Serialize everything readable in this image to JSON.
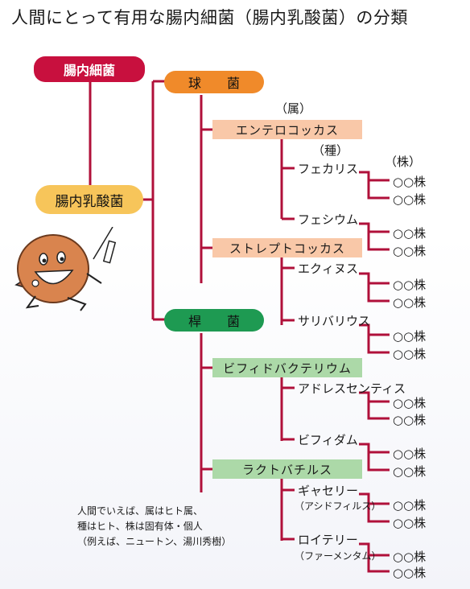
{
  "title": "人間にとって有用な腸内細菌（腸内乳酸菌）の分類",
  "root": "腸内細菌",
  "lactic": "腸内乳酸菌",
  "headers": {
    "genus": "（属）",
    "species": "（種）",
    "strain": "（株）"
  },
  "cocci": {
    "label": "球　　菌",
    "genera": [
      {
        "name": "エンテロコッカス",
        "species": [
          {
            "name": "フェカリス",
            "strains": [
              "○○株",
              "○○株"
            ]
          },
          {
            "name": "フェシウム",
            "strains": [
              "○○株",
              "○○株"
            ]
          }
        ]
      },
      {
        "name": "ストレプトコッカス",
        "species": [
          {
            "name": "エクィヌス",
            "strains": [
              "○○株",
              "○○株"
            ]
          },
          {
            "name": "サリバリウス",
            "strains": [
              "○○株",
              "○○株"
            ]
          }
        ]
      }
    ]
  },
  "bacilli": {
    "label": "桿　　菌",
    "genera": [
      {
        "name": "ビフィドバクテリウム",
        "species": [
          {
            "name": "アドレスセンティス",
            "strains": [
              "○○株",
              "○○株"
            ]
          },
          {
            "name": "ビフィダム",
            "strains": [
              "○○株",
              "○○株"
            ]
          }
        ]
      },
      {
        "name": "ラクトバチルス",
        "species": [
          {
            "name": "ギャセリー",
            "sub": "（アシドフィルス）",
            "strains": [
              "○○株",
              "○○株"
            ]
          },
          {
            "name": "ロイテリー",
            "sub": "（ファーメンタム）",
            "strains": [
              "○○株",
              "○○株"
            ]
          }
        ]
      }
    ]
  },
  "note": {
    "line1": "人間でいえば、属はヒト属、",
    "line2": "種はヒト、株は固有体・個人",
    "line3": "（例えば、ニュートン、湯川秀樹）"
  },
  "colors": {
    "line": "#b0103a",
    "root": "#c8103e",
    "lactic": "#f7c55a",
    "cocci": "#f08a2a",
    "bacilli": "#1e9a52",
    "genus_cocci": "#f9c8a8",
    "genus_bacilli": "#acd9a8"
  }
}
